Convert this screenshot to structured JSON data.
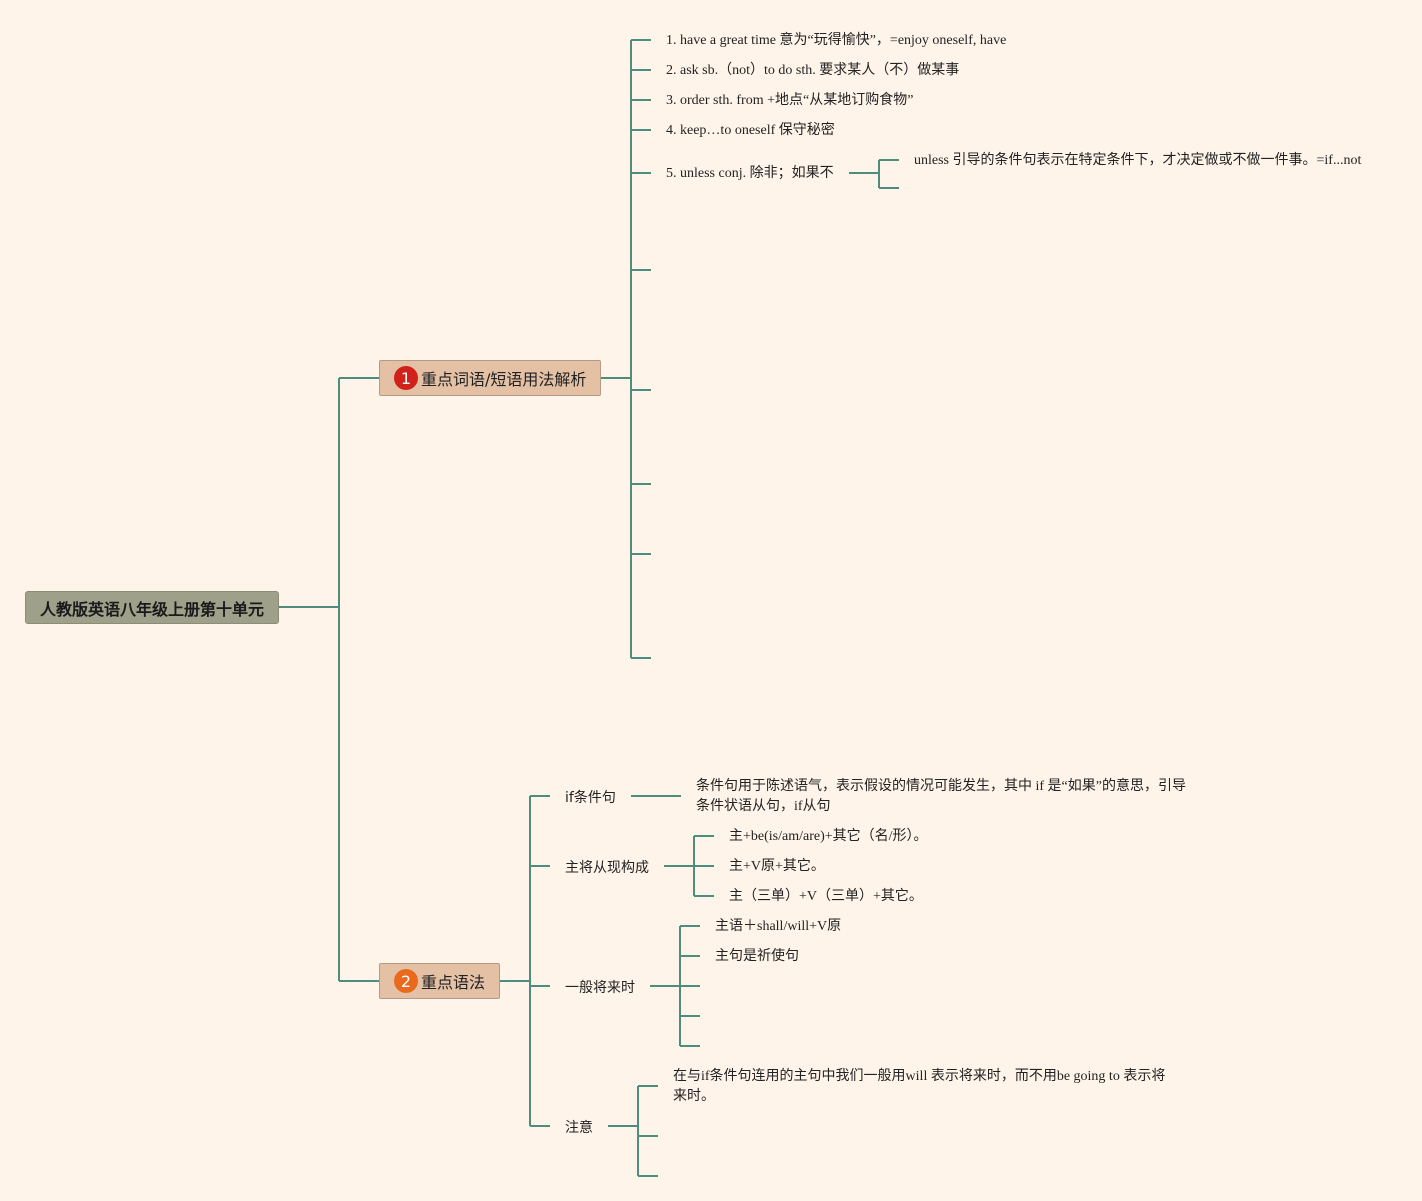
{
  "root": {
    "title": "人教版英语八年级上册第十单元"
  },
  "branch1": {
    "number": "1",
    "title": "重点词语/短语用法解析",
    "items": [
      "1. have a great time 意为“玩得愉快”，=enjoy oneself, have",
      "2. ask sb.（not）to do sth. 要求某人（不）做某事",
      "3. order sth. from +地点“从某地订购食物”",
      "4. keep…to oneself 保守秘密",
      "5. unless conj. 除非；如果不"
    ],
    "unless_note": "unless 引导的条件句表示在特定条件下，才决定做或不做一件事。=if...not"
  },
  "branch2": {
    "number": "2",
    "title": "重点语法",
    "if_clause": {
      "label": "if条件句",
      "text": "条件句用于陈述语气，表示假设的情况可能发生，其中 if 是“如果”的意思，引导条件状语从句，if从句"
    },
    "main_clause": {
      "label": "主将从现构成",
      "items": [
        "主+be(is/am/are)+其它（名/形）。",
        "主+V原+其它。",
        "主（三单）+V（三单）+其它。"
      ]
    },
    "future": {
      "label": "一般将来时",
      "items": [
        "主语＋shall/will+V原",
        "主句是祈使句"
      ]
    },
    "note": {
      "label": "注意",
      "text": "在与if条件句连用的主句中我们一般用will 表示将来时，而不用be going to 表示将来时。"
    }
  },
  "colors": {
    "line": "#4e8c7e",
    "background": "#fff4ea"
  }
}
